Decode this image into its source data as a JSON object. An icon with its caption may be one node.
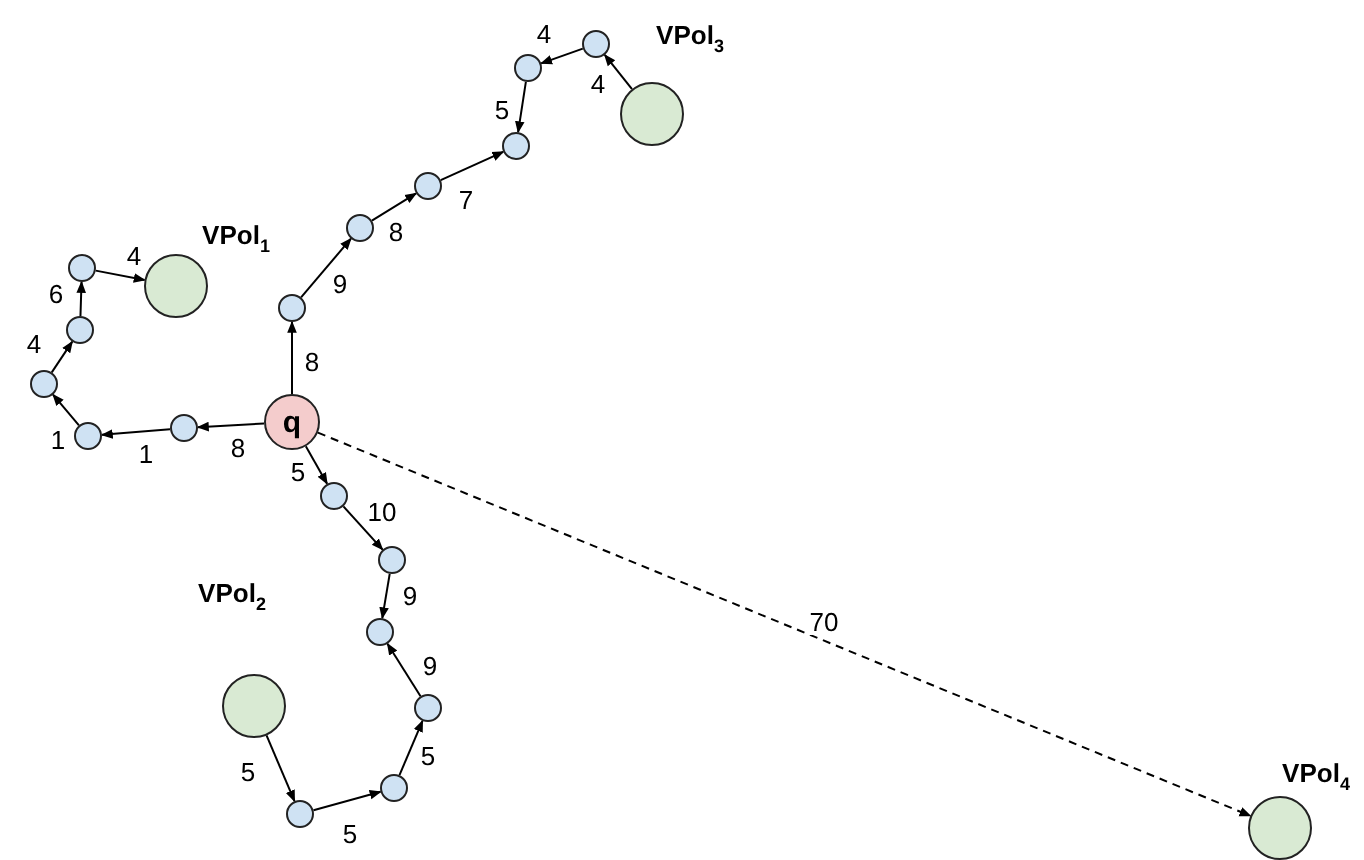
{
  "diagram": {
    "nodes": [
      {
        "text": [
          "q"
        ]
      },
      {
        "text": [],
        "shape": "circle"
      },
      {
        "text": [],
        "shape": "circle"
      },
      {
        "text": [],
        "shape": "circle"
      },
      {
        "text": [],
        "shape": "circle"
      },
      {
        "text": [],
        "shape": "circle"
      },
      {
        "text": [],
        "shape": "circle",
        "beside": [
          "VPol$_{1}$"
        ]
      },
      {
        "text": [],
        "shape": "circle"
      },
      {
        "text": [],
        "shape": "circle"
      },
      {
        "text": [],
        "shape": "circle"
      },
      {
        "text": [],
        "shape": "circle"
      },
      {
        "text": [],
        "shape": "circle"
      },
      {
        "text": [],
        "shape": "circle"
      },
      {
        "text": [],
        "shape": "circle",
        "beside": [
          "VPol$_{3}$"
        ]
      },
      {
        "text": [],
        "shape": "circle"
      },
      {
        "text": [],
        "shape": "circle"
      },
      {
        "text": [],
        "shape": "circle"
      },
      {
        "text": [],
        "shape": "circle"
      },
      {
        "text": [],
        "shape": "circle"
      },
      {
        "text": [],
        "shape": "circle"
      },
      {
        "text": [],
        "shape": "circle",
        "beside": [
          "VPol$_{2}$"
        ]
      },
      {
        "text": [],
        "shape": "circle",
        "beside": [
          "VPol$_{4}$"
        ]
      }
    ],
    "edges": [
      {
        "from": 0,
        "to": 1,
        "arrow": "to",
        "label": "8"
      },
      {
        "from": 1,
        "to": 2,
        "arrow": "to",
        "label": "1"
      },
      {
        "from": 2,
        "to": 3,
        "arrow": "to",
        "label": "1"
      },
      {
        "from": 3,
        "to": 4,
        "arrow": "to",
        "label": "4"
      },
      {
        "from": 4,
        "to": 5,
        "arrow": "to",
        "label": "6"
      },
      {
        "from": 5,
        "to": 6,
        "arrow": "to",
        "label": "4"
      },
      {
        "from": 0,
        "to": 7,
        "arrow": "to",
        "label": "8"
      },
      {
        "from": 7,
        "to": 8,
        "arrow": "to",
        "label": "9"
      },
      {
        "from": 8,
        "to": 9,
        "arrow": "to",
        "label": "8"
      },
      {
        "from": 9,
        "to": 10,
        "arrow": "to",
        "label": "7"
      },
      {
        "from": 11,
        "to": 10,
        "arrow": "to",
        "label": "5"
      },
      {
        "from": 12,
        "to": 11,
        "arrow": "to",
        "label": "4"
      },
      {
        "from": 13,
        "to": 12,
        "arrow": "to",
        "label": "4"
      },
      {
        "from": 0,
        "to": 14,
        "arrow": "to",
        "label": "5"
      },
      {
        "from": 14,
        "to": 15,
        "arrow": "to",
        "label": "10"
      },
      {
        "from": 15,
        "to": 16,
        "arrow": "to",
        "label": "9"
      },
      {
        "from": 17,
        "to": 16,
        "arrow": "to",
        "label": "9"
      },
      {
        "from": 18,
        "to": 17,
        "arrow": "to",
        "label": "5"
      },
      {
        "from": 19,
        "to": 18,
        "arrow": "to",
        "label": "5"
      },
      {
        "from": 20,
        "to": 19,
        "arrow": "to",
        "label": "5"
      },
      {
        "from": 0,
        "to": 21,
        "arrow": "to",
        "label": "70",
        "style": "dashed"
      }
    ]
  }
}
